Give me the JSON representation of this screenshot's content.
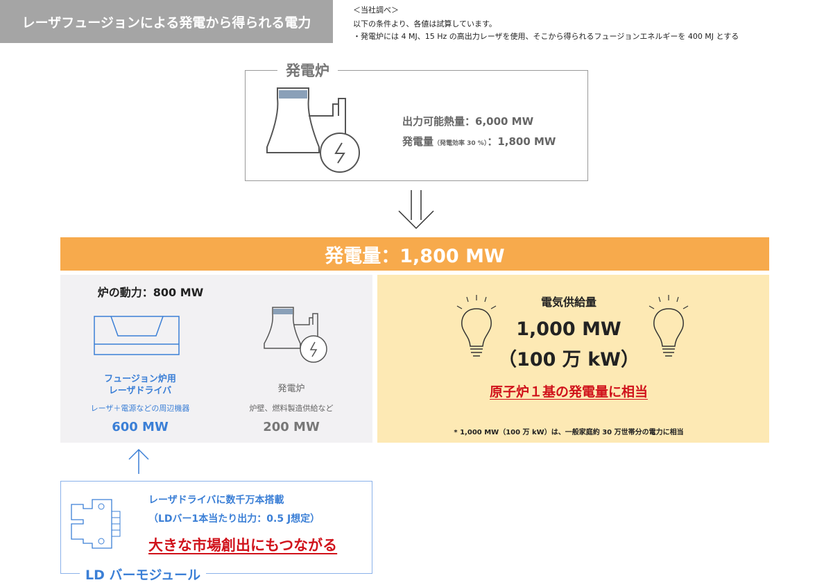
{
  "header": {
    "title": "レーザフュージョンによる発電から得られる電力",
    "source": "＜当社調べ＞",
    "condition_intro": "以下の条件より、各値は試算しています。",
    "condition_1": "・発電炉には 4 MJ、15 Hz の高出力レーザを使用、そこから得られるフュージョンエネルギーを 400 MJ とする"
  },
  "reactor": {
    "label": "発電炉",
    "heat_output": "出力可能熱量：6,000 MW",
    "generation_label": "発電量",
    "efficiency": "（発電効率 30 %）",
    "generation_value": "：1,800 MW"
  },
  "total": {
    "label": "発電量：1,800 MW"
  },
  "internal_power": {
    "title": "炉の動力：800 MW",
    "laser_driver": {
      "line1": "フュージョン炉用",
      "line2": "レーザドライバ",
      "sub": "レーザ＋電源などの周辺機器",
      "value": "600 MW"
    },
    "reactor": {
      "line1": "発電炉",
      "sub": "炉壁、燃料製造供給など",
      "value": "200 MW"
    }
  },
  "supply": {
    "title": "電気供給量",
    "value_mw": "1,000 MW",
    "value_kw": "（100 万 kW）",
    "comparison": "原子炉１基の発電量に相当",
    "footnote": "* 1,000 MW（100 万 kW）は、一般家庭約 30 万世帯分の電力に相当"
  },
  "ld_module": {
    "label": "LD バーモジュール",
    "line1": "レーザドライバに数千万本搭載",
    "line2": "（LDバー1本当たり出力：0.5 J想定）",
    "highlight": "大きな市場創出にもつながる"
  },
  "colors": {
    "orange": "#f7aa4c",
    "blue": "#3b7fd6",
    "red": "#d0121b",
    "yellow": "#fde9b4",
    "gray_panel": "#f2f1f3"
  }
}
